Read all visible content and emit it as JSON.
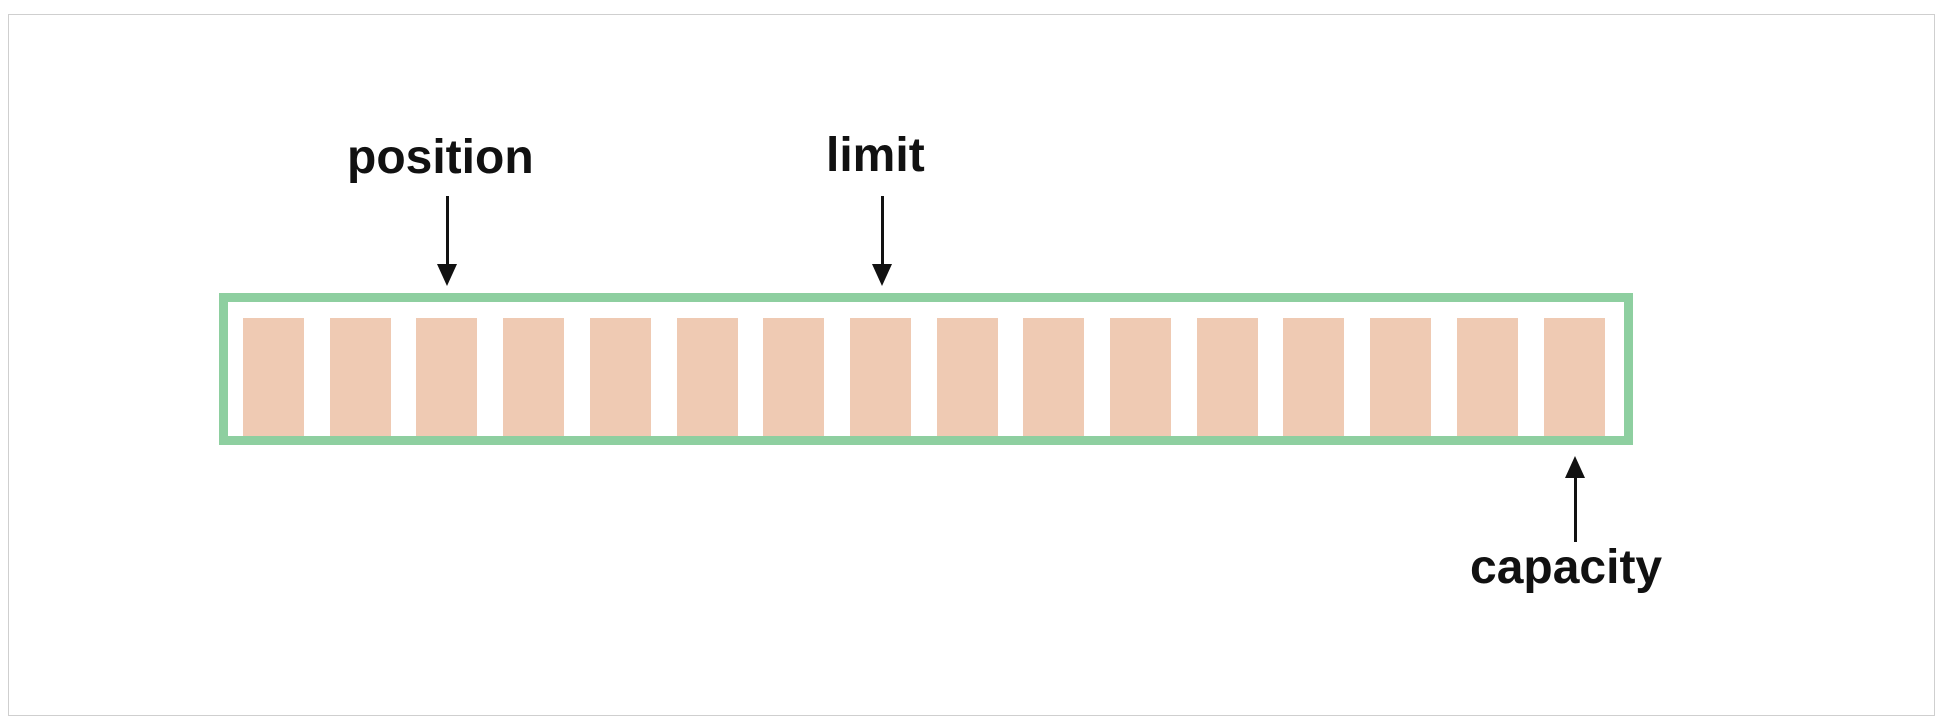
{
  "diagram": {
    "labels": {
      "position": "position",
      "limit": "limit",
      "capacity": "capacity"
    },
    "buffer": {
      "slot_count": 16,
      "border_color": "#8ecfa0",
      "slot_color": "#efcab3"
    },
    "icons": {
      "position_marker": "arrow-down-icon",
      "limit_marker": "arrow-down-icon",
      "capacity_marker": "arrow-up-icon"
    }
  }
}
